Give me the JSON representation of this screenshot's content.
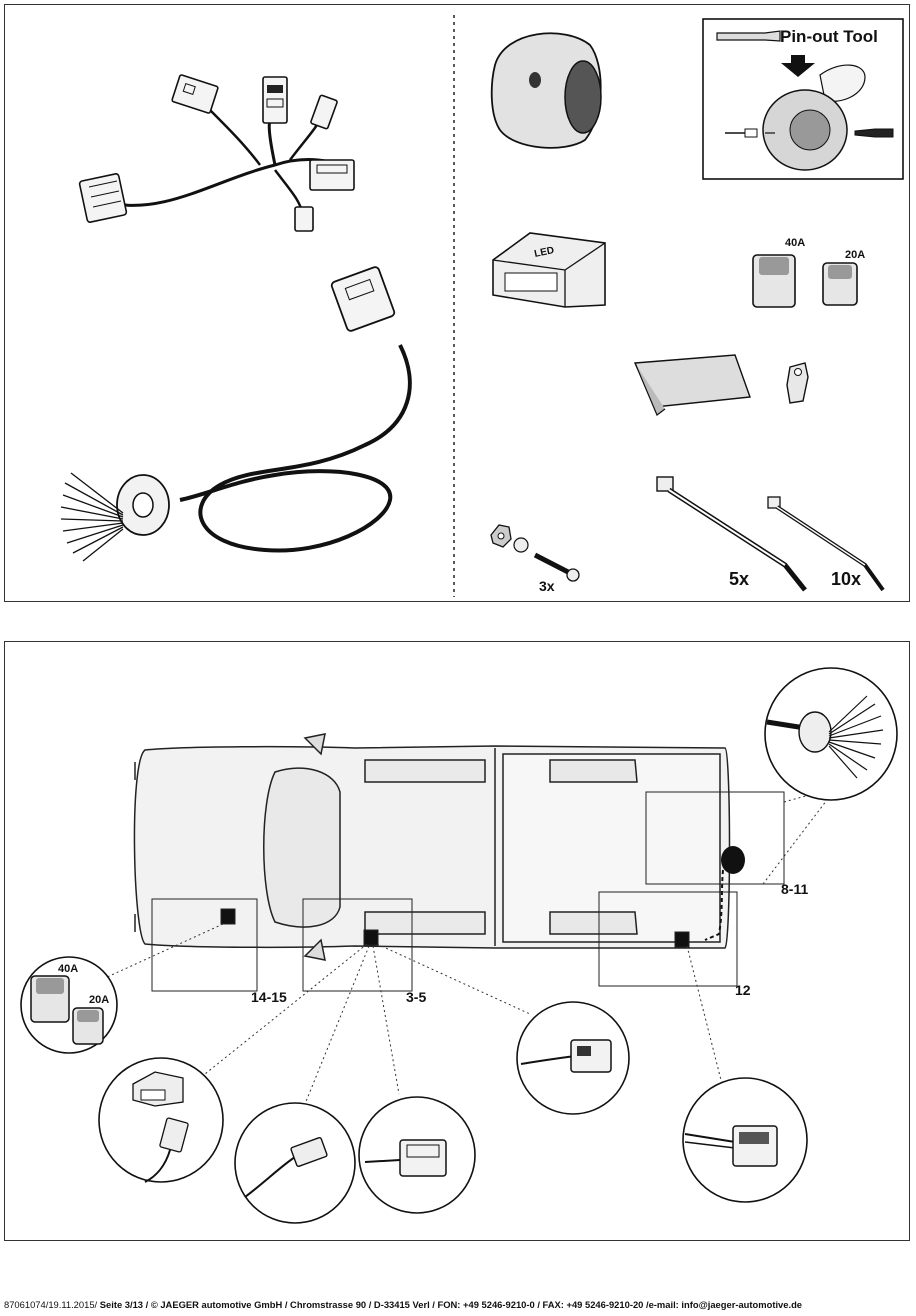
{
  "parts": {
    "pinout_tool_label": "Pin-out Tool",
    "fuse_large_label": "40A",
    "fuse_small_label": "20A",
    "bolt_qty": "3x",
    "cable_tie_large_qty": "5x",
    "cable_tie_small_qty": "10x"
  },
  "installation": {
    "callout_fuse_box": "14-15",
    "callout_module": "3-5",
    "callout_socket": "8-11",
    "callout_rear_connector": "12",
    "fuse_large_label": "40A",
    "fuse_small_label": "20A"
  },
  "footer": {
    "docref": "87061074/19.11.2015/ ",
    "details": "Seite 3/13 / © JAEGER automotive GmbH / Chromstrasse 90 / D-33415 Verl / FON: +49 5246-9210-0 / FAX: +49 5246-9210-20 /e-mail: info@jaeger-automotive.de"
  }
}
